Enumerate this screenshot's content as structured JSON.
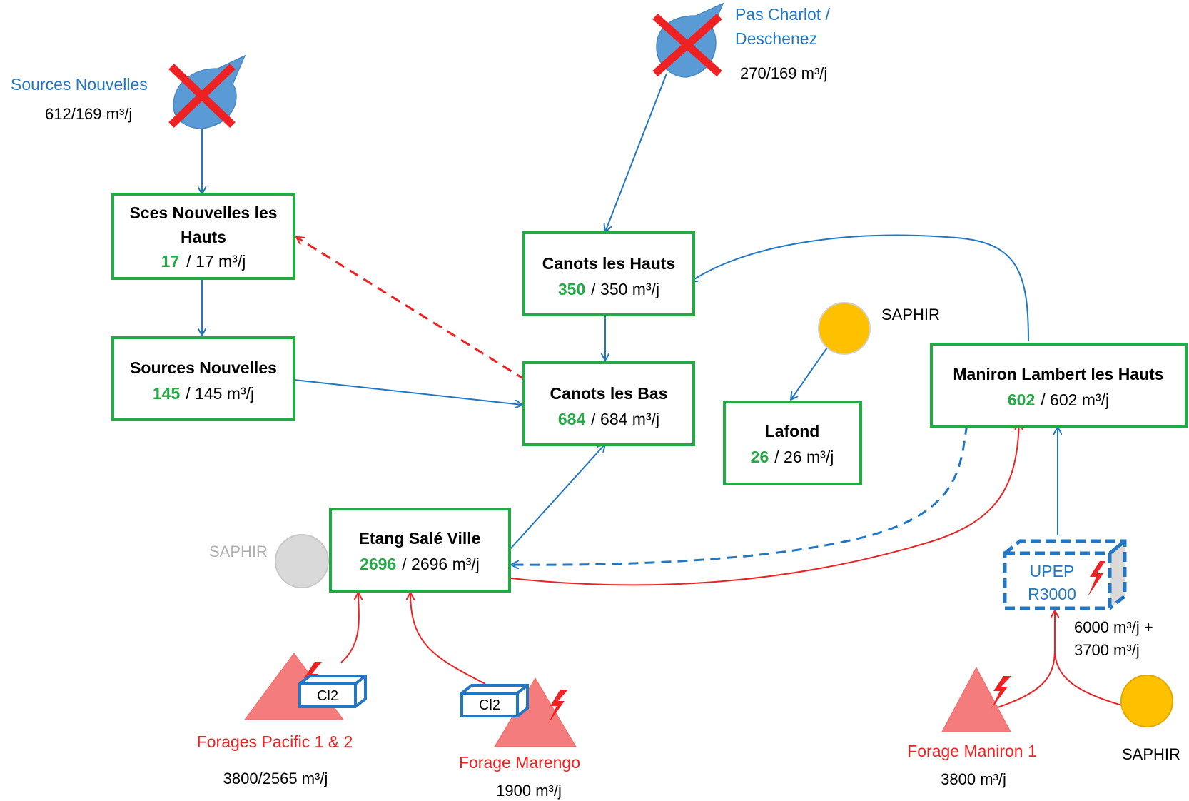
{
  "sources": {
    "sources_nouvelles": {
      "name": "Sources Nouvelles",
      "flow": "612/169 m³/j"
    },
    "pas_charlot": {
      "name_line1": "Pas Charlot /",
      "name_line2": "Deschenez",
      "flow": "270/169 m³/j"
    }
  },
  "reservoirs": {
    "sces_nouvelles_hauts": {
      "name_line1": "Sces Nouvelles les",
      "name_line2": "Hauts",
      "current": "17",
      "capacity": "/ 17 m³/j"
    },
    "sources_nouvelles": {
      "name": "Sources Nouvelles",
      "current": "145",
      "capacity": "/ 145 m³/j"
    },
    "canots_hauts": {
      "name": "Canots les Hauts",
      "current": "350",
      "capacity": "/ 350 m³/j"
    },
    "canots_bas": {
      "name": "Canots les Bas",
      "current": "684",
      "capacity": "/ 684 m³/j"
    },
    "lafond": {
      "name": "Lafond",
      "current": "26",
      "capacity": "/ 26 m³/j"
    },
    "maniron_lambert": {
      "name": "Maniron Lambert les Hauts",
      "current": "602",
      "capacity": "/ 602 m³/j"
    },
    "etang_sale_ville": {
      "name": "Etang Salé Ville",
      "current": "2696",
      "capacity": "/ 2696 m³/j"
    }
  },
  "saphir": {
    "lafond_label": "SAPHIR",
    "etang_label": "SAPHIR",
    "maniron_label": "SAPHIR"
  },
  "upep": {
    "line1": "UPEP",
    "line2": "R3000",
    "flow_line1": "6000 m³/j +",
    "flow_line2": "3700 m³/j"
  },
  "boreholes": {
    "pacific": {
      "name": "Forages Pacific 1 & 2",
      "flow": "3800/2565 m³/j",
      "treatment": "Cl2"
    },
    "marengo": {
      "name": "Forage Marengo",
      "flow": "1900 m³/j",
      "treatment": "Cl2"
    },
    "maniron": {
      "name": "Forage Maniron 1",
      "flow": "3800 m³/j"
    }
  },
  "colors": {
    "box_border": "#22aa44",
    "blue": "#2277c4",
    "red": "#ee2222",
    "drop": "#5b9bd5",
    "saphir_yellow": "#ffc000",
    "saphir_grey": "#d9d9d9",
    "triangle": "#f47c7c"
  },
  "icons": [
    "water-drop-icon",
    "cross-icon",
    "saphir-circle-icon",
    "borehole-triangle-icon",
    "lightning-icon",
    "chlorine-box-icon",
    "treatment-plant-icon"
  ]
}
